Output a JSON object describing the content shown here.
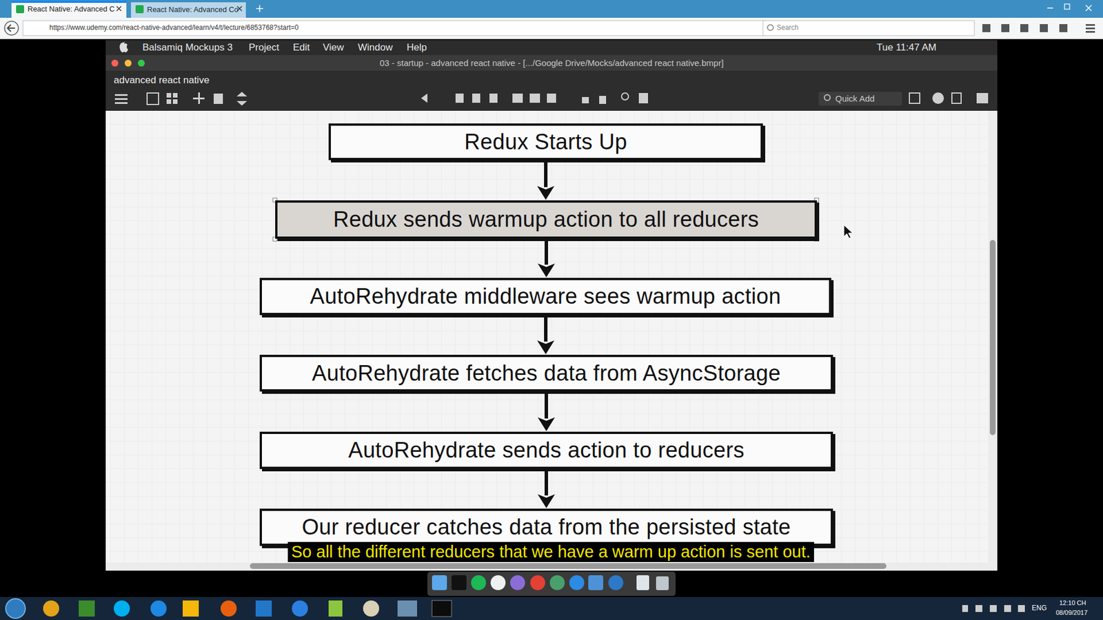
{
  "diagram": {
    "nodes": [
      {
        "text": [
          "Redux Starts Up"
        ]
      },
      {
        "text": [
          "Redux sends warmup action to all reducers"
        ]
      },
      {
        "text": [
          "AutoRehydrate middleware sees warmup action"
        ]
      },
      {
        "text": [
          "AutoRehydrate fetches data from AsyncStorage"
        ]
      },
      {
        "text": [
          "AutoRehydrate sends action to reducers"
        ]
      },
      {
        "text": [
          "Our reducer catches data from the persisted state"
        ]
      }
    ],
    "edges": [
      {
        "from": 0,
        "to": 1,
        "arrow": "to"
      },
      {
        "from": 1,
        "to": 2,
        "arrow": "to"
      },
      {
        "from": 2,
        "to": 3,
        "arrow": "to"
      },
      {
        "from": 3,
        "to": 4,
        "arrow": "to"
      },
      {
        "from": 4,
        "to": 5,
        "arrow": "to"
      }
    ],
    "labels": [
      "React Native: Advanced C",
      "React Native: Advanced Co",
      "https://www.udemy.com/react-native-advanced/learn/v4/t/lecture/6853768?start=0",
      "Search",
      "Balsamiq Mockups 3",
      "Project",
      "Edit",
      "View",
      "Window",
      "Help",
      "Tue 11:47 AM",
      "03 - startup - advanced react native - [.../Google Drive/Mocks/advanced react native.bmpr]",
      "advanced react native",
      "Quick Add",
      "So all the different reducers that we have a warm up action is sent out.",
      "ENG",
      "12:10 CH",
      "08/09/2017"
    ]
  }
}
